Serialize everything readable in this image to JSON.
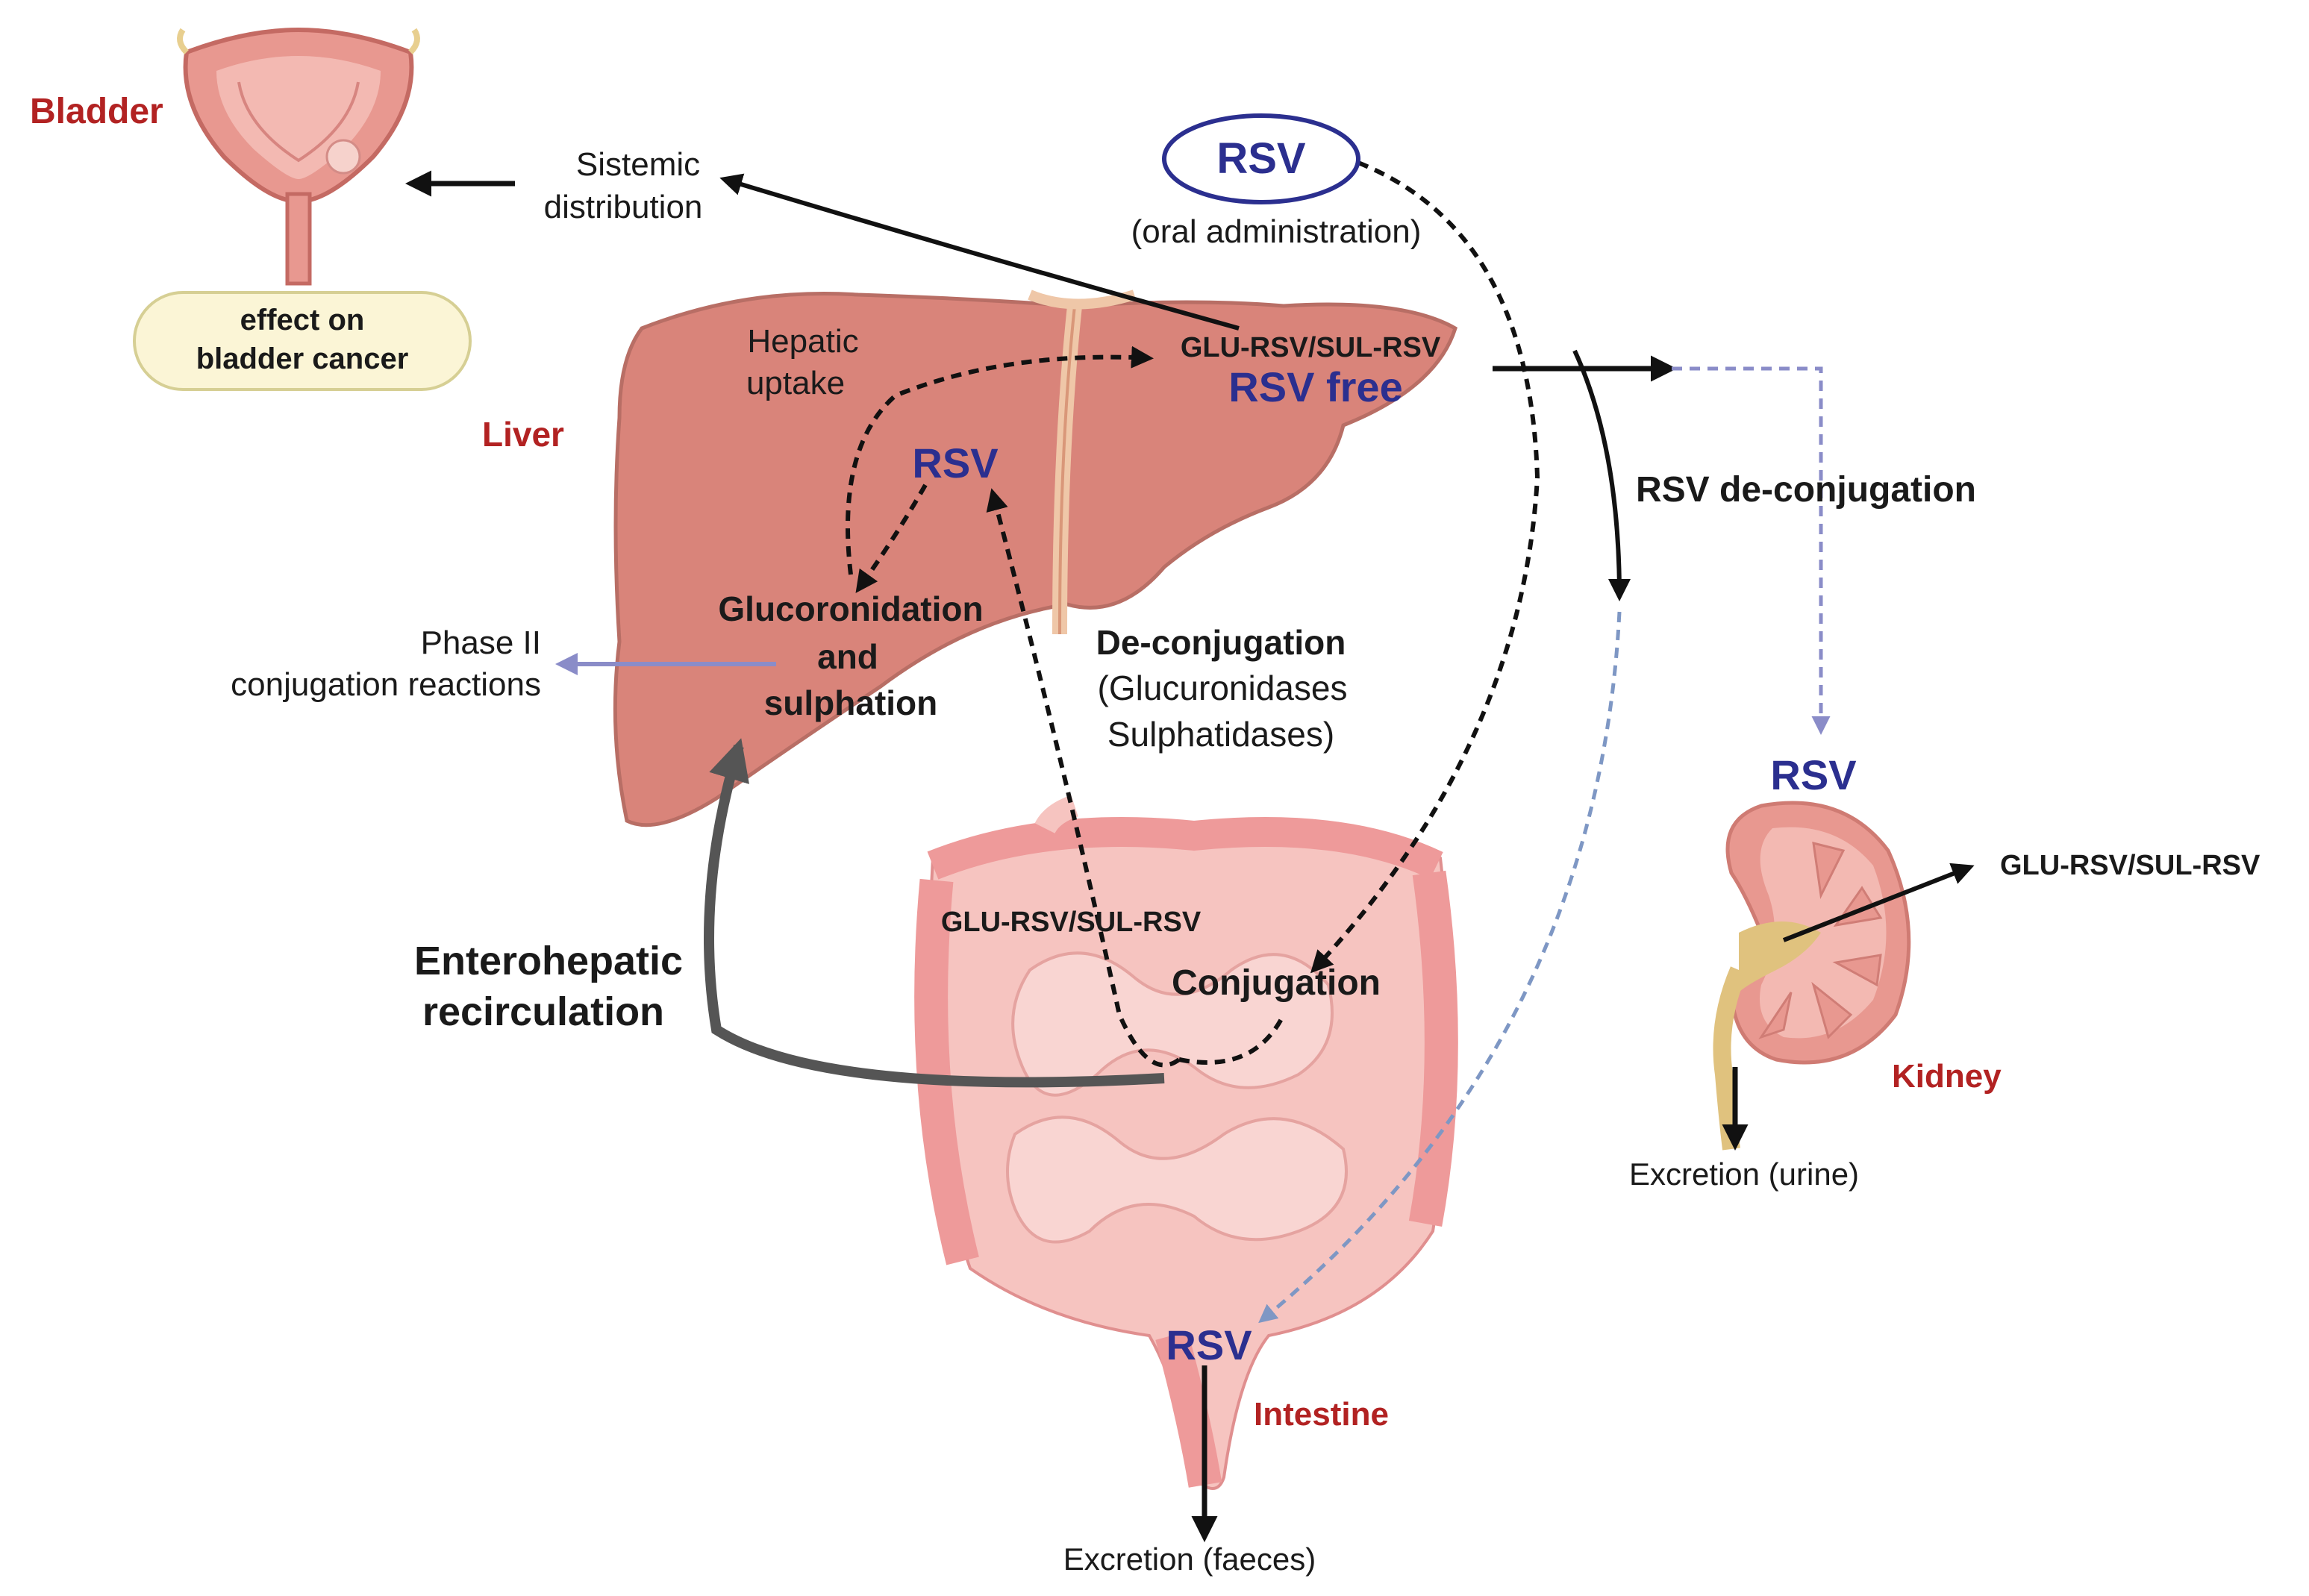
{
  "organs": {
    "bladder": "Bladder",
    "liver": "Liver",
    "kidney": "Kidney",
    "intestine": "Intestine"
  },
  "labels": {
    "effect_bladder": [
      "effect on",
      "bladder cancer"
    ],
    "sistemic": [
      "Sistemic",
      "distribution"
    ],
    "rsv_oral": "RSV",
    "oral_admin": "(oral administration)",
    "hepatic_uptake": [
      "Hepatic",
      "uptake"
    ],
    "glu_sul_liver": "GLU-RSV/SUL-RSV",
    "rsv_free": "RSV free",
    "rsv_liver": "RSV",
    "rsv_deconj": "RSV de-conjugation",
    "gluco": [
      "Glucoronidation",
      "and",
      "sulphation"
    ],
    "phase2": [
      "Phase II",
      "conjugation reactions"
    ],
    "deconj": [
      "De-conjugation",
      "(Glucuronidases",
      "Sulphatidases)"
    ],
    "rsv_kidney": "RSV",
    "glu_sul_kidney": "GLU-RSV/SUL-RSV",
    "glu_sul_intestine": "GLU-RSV/SUL-RSV",
    "conjugation": "Conjugation",
    "entero": [
      "Enterohepatic",
      "recirculation"
    ],
    "excretion_urine": "Excretion (urine)",
    "rsv_intestine": "RSV",
    "excretion_faeces": "Excretion (faeces)"
  },
  "colors": {
    "organ_label": "#b22222",
    "rsv_blue": "#2b2f8f",
    "liver": "#d9847a",
    "intestine": "#f3b3b3",
    "arrow_purple": "#8a8cc8",
    "arrow_blue_dashed": "#7e97c4"
  }
}
